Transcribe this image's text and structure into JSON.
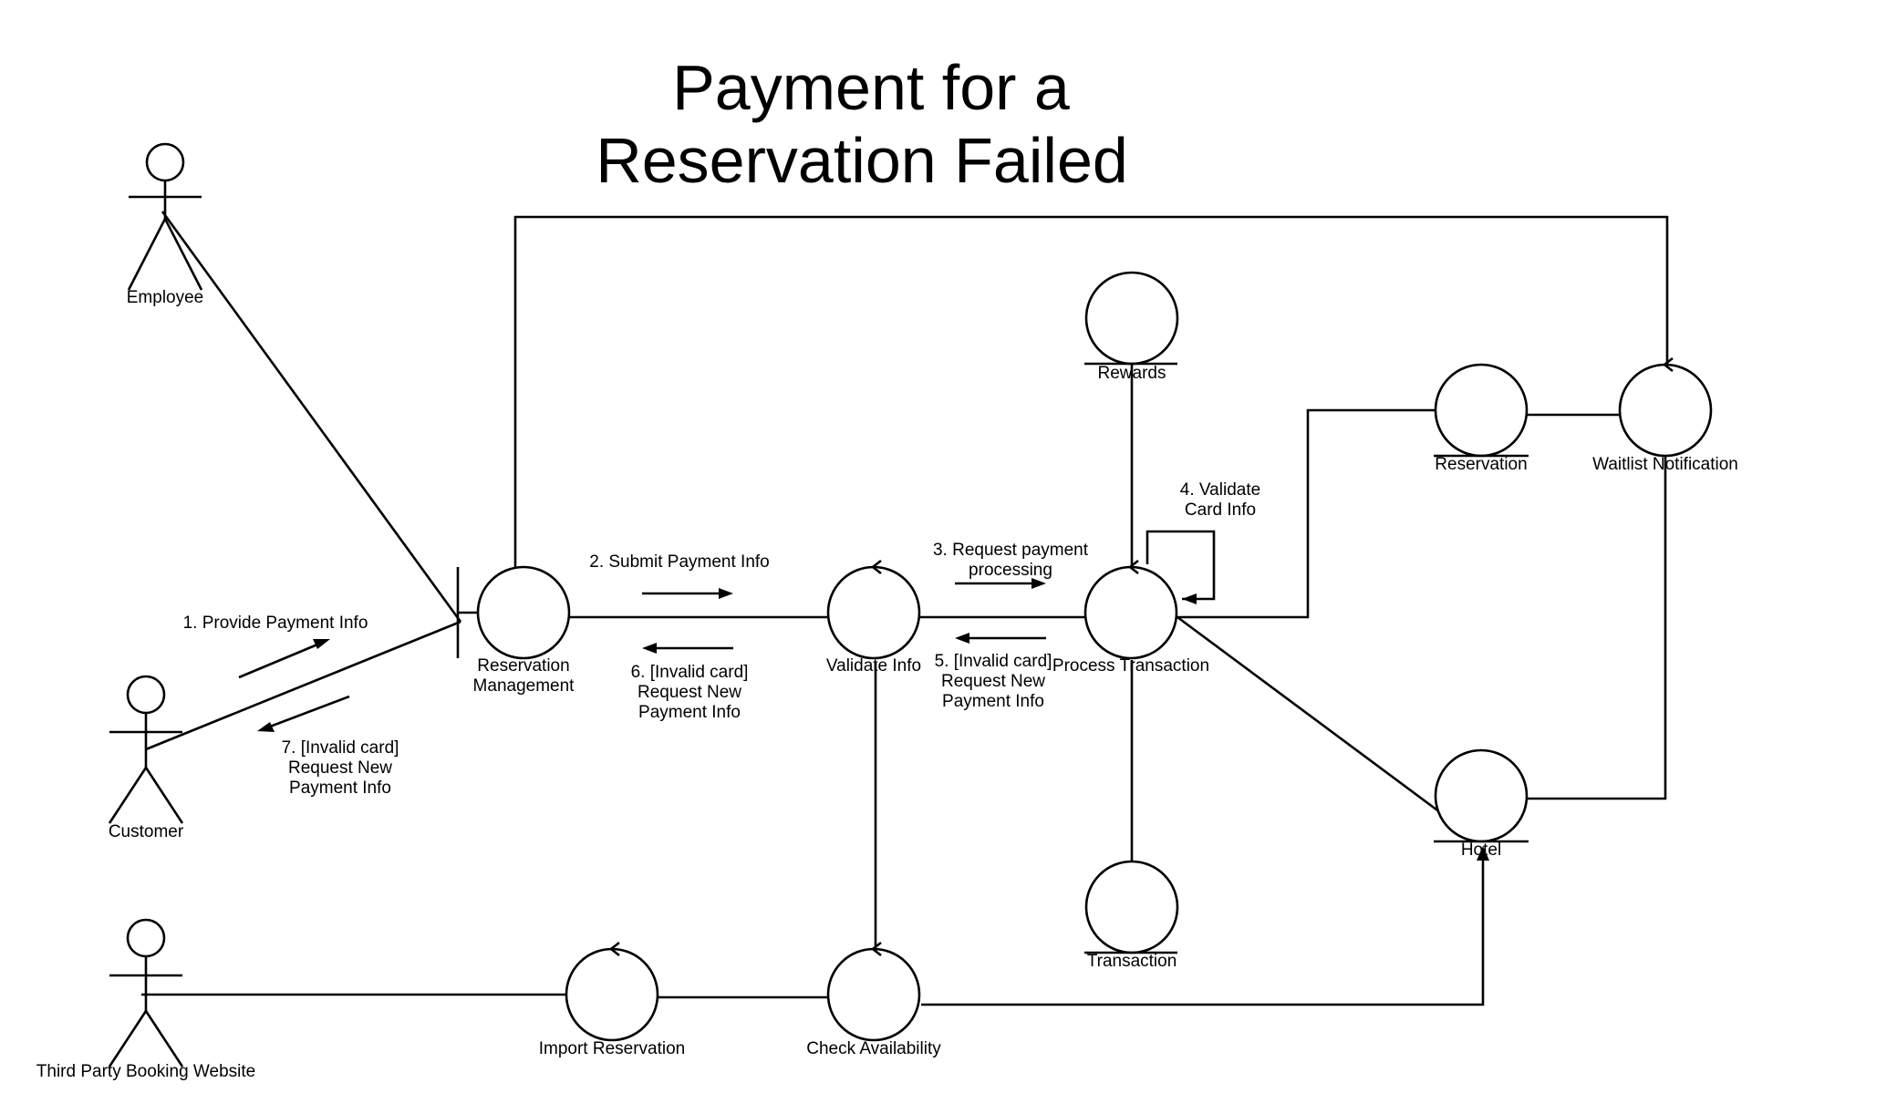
{
  "title": [
    "Payment for a",
    "Reservation Failed"
  ],
  "actors": {
    "employee": "Employee",
    "customer": "Customer",
    "third_party": "Third Party Booking Website"
  },
  "nodes": {
    "reservation_management": [
      "Reservation",
      "Management"
    ],
    "validate_info": "Validate Info",
    "process_transaction": "Process Transaction",
    "rewards": "Rewards",
    "reservation": "Reservation",
    "waitlist_notification": "Waitlist Notification",
    "hotel": "Hotel",
    "transaction": "Transaction",
    "import_reservation": "Import Reservation",
    "check_availability": "Check Availability"
  },
  "messages": {
    "m1": [
      "1. Provide Payment Info"
    ],
    "m2": [
      "2. Submit Payment Info"
    ],
    "m3": [
      "3. Request payment",
      "processing"
    ],
    "m4": [
      "4. Validate",
      "Card Info"
    ],
    "m5": [
      "5. [Invalid card]",
      "Request New",
      "Payment Info"
    ],
    "m6": [
      "6. [Invalid card]",
      "Request New",
      "Payment Info"
    ],
    "m7": [
      "7. [Invalid card]",
      "Request New",
      "Payment Info"
    ]
  }
}
